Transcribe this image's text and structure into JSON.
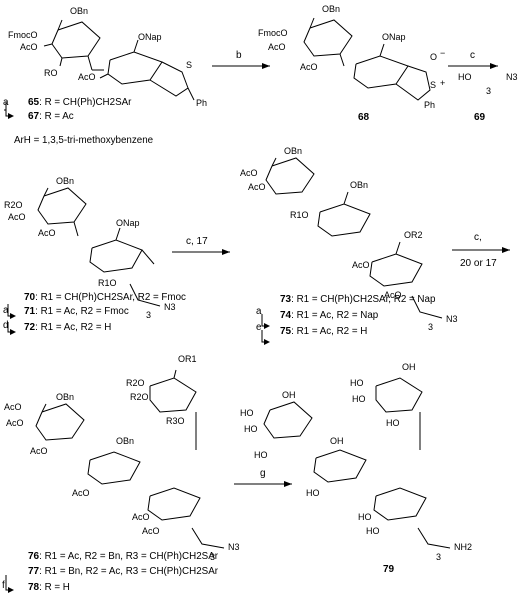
{
  "step_labels": {
    "b": "b",
    "c1": "c",
    "c2": "c, 17",
    "c3": "c,",
    "c3b": "20 or 17",
    "g": "g"
  },
  "compounds": {
    "c68": "68",
    "c69": "69",
    "c79": "79"
  },
  "legend1": {
    "a": "a",
    "c65": "65",
    "r65": ": R = CH(Ph)CH2SAr",
    "c67": "67",
    "r67": ": R = Ac",
    "arh": "ArH = 1,3,5-tri-methoxybenzene"
  },
  "legend2": {
    "a": "a",
    "d": "d",
    "c70": "70",
    "r70": ": R1 = CH(Ph)CH2SAr, R2 = Fmoc",
    "c71": "71",
    "r71": ": R1 = Ac, R2 = Fmoc",
    "c72": "72",
    "r72": ": R1 = Ac, R2 = H"
  },
  "legend3": {
    "a": "a",
    "e": "e",
    "c73": "73",
    "r73": ": R1 = CH(Ph)CH2SAr, R2 = Nap",
    "c74": "74",
    "r74": ": R1 = Ac, R2 = Nap",
    "c75": "75",
    "r75": ": R1 = Ac, R2 = H"
  },
  "legend4": {
    "f": "f",
    "c76": "76",
    "r76": ": R1 = Ac, R2 = Bn, R3 = CH(Ph)CH2SAr",
    "c77": "77",
    "r77": ": R1 = Bn, R2 = Ac, R3 = CH(Ph)CH2SAr",
    "c78": "78",
    "r78": ": R = H"
  },
  "atoms": {
    "obn": "OBn",
    "fmoco": "FmocO",
    "aco": "AcO",
    "ro": "RO",
    "onap": "ONap",
    "s": "S",
    "ph": "Ph",
    "o": "O",
    "n3": "N3",
    "ho": "HO",
    "oh": "OH",
    "r2o": "R2O",
    "r1o": "R1O",
    "or2": "OR2",
    "or1": "OR1",
    "r3o": "R3O",
    "nh2": "NH2",
    "three": "3",
    "minus": "−",
    "plus": "+"
  }
}
